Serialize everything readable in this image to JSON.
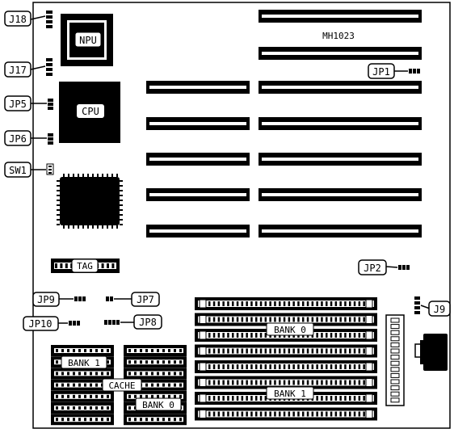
{
  "board": {
    "model": "MH1023",
    "chips": {
      "npu": "NPU",
      "cpu": "CPU"
    },
    "banks": {
      "simm_bank0": "BANK 0",
      "simm_bank1": "BANK 1",
      "cache_bank1": "BANK 1",
      "cache_bank0": "BANK 0",
      "cache": "CACHE",
      "tag": "TAG"
    },
    "callouts": {
      "j18": "J18",
      "j17": "J17",
      "jp5": "JP5",
      "jp6": "JP6",
      "sw1": "SW1",
      "jp1": "JP1",
      "jp2": "JP2",
      "j9": "J9",
      "jp9": "JP9",
      "jp10": "JP10",
      "jp7": "JP7",
      "jp8": "JP8"
    }
  },
  "colors": {
    "ink": "#000000",
    "paper": "#ffffff"
  }
}
